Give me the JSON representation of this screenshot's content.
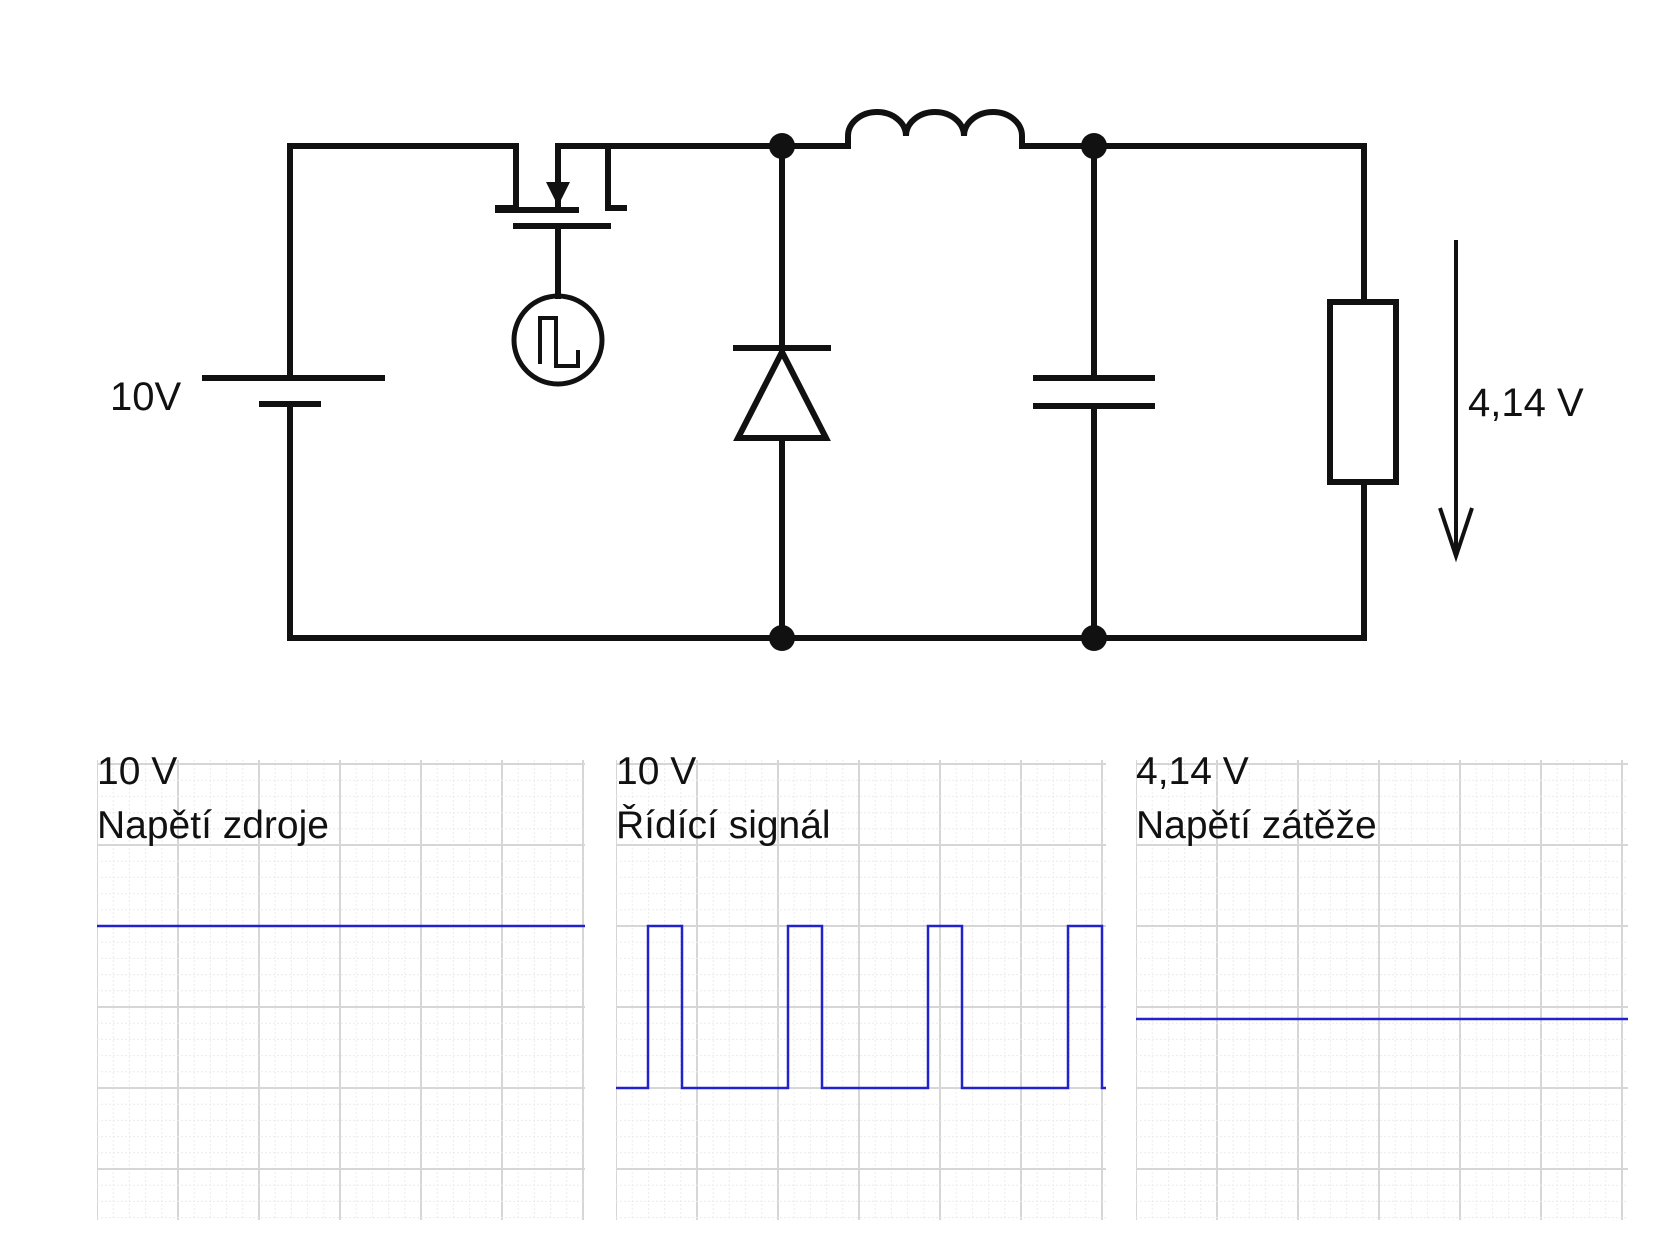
{
  "circuit": {
    "source_label": "10V",
    "load_label": "4,14 V"
  },
  "scopes": [
    {
      "value": "10 V",
      "title": "Napětí zdroje"
    },
    {
      "value": "10 V",
      "title": "Řídící signál"
    },
    {
      "value": "4,14 V",
      "title": "Napětí zátěže"
    }
  ],
  "colors": {
    "wire": "#111111",
    "trace": "#2222cc",
    "grid_major": "#d6d6d6",
    "grid_minor": "#ececec"
  }
}
